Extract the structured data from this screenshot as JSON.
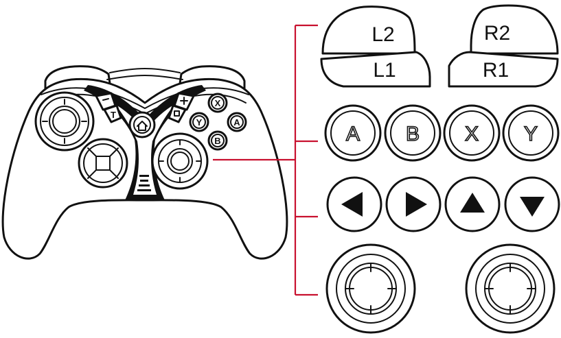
{
  "triggers": {
    "l2": "L2",
    "r2": "R2",
    "l1": "L1",
    "r1": "R1"
  },
  "face_buttons": {
    "a": "A",
    "b": "B",
    "x": "X",
    "y": "Y"
  },
  "controller_buttons": {
    "x": "X",
    "y": "Y",
    "a": "A",
    "b": "B"
  },
  "colors": {
    "outline": "#111111",
    "callout": "#c8102e",
    "background": "#ffffff"
  },
  "icons": {
    "home": "home-icon",
    "dpad_left": "arrow-left-icon",
    "dpad_right": "arrow-right-icon",
    "dpad_up": "arrow-up-icon",
    "dpad_down": "arrow-down-icon"
  }
}
